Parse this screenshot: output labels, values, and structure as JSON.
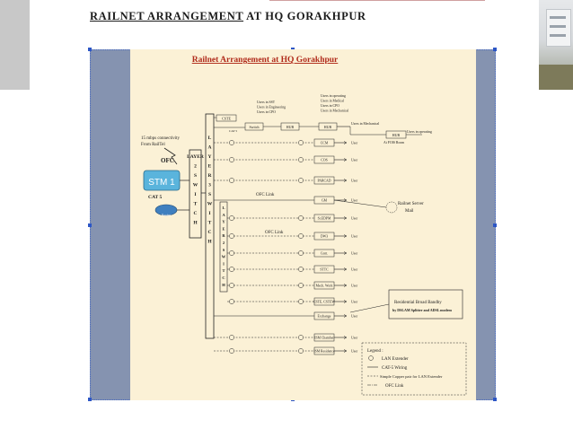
{
  "slide": {
    "title_part1": "RAILNET ARRANGEMENT",
    "title_part2": " AT HQ GORAKHPUR"
  },
  "diagram": {
    "title": "Railnet Arrangement at HQ Gorakhpur",
    "input_note_1": "15 mbps connectivity",
    "input_note_2": "From RailTel",
    "ofc": "OFC",
    "stm": "STM 1",
    "cat5": "CAT 5",
    "router": "Router",
    "layer2_switch": [
      "LAYER",
      "2",
      "S",
      "W",
      "I",
      "T",
      "C",
      "H"
    ],
    "layer3_switch": [
      "L",
      "A",
      "Y",
      "E",
      "R",
      "3",
      "S",
      "W",
      "I",
      "T",
      "C",
      "H"
    ],
    "switch3_side": [
      "L",
      "A",
      "Y",
      "E",
      "R",
      "2",
      "S",
      "W",
      "I",
      "T",
      "C",
      "H"
    ],
    "cstr": "CSTE",
    "cat5_small": "CAT 5",
    "switch_box": "Switch",
    "hub1": "HUB",
    "hub2": "HUB",
    "hub3": "HUB",
    "users_sst": [
      "Users in SST",
      "Users in Engineering",
      "Users in CPO"
    ],
    "users_operating": [
      "Users in operating",
      "Users in Medical",
      "Users in CPO",
      "Users in Mechanical"
    ],
    "users_mechanical": "Users in Mechanical",
    "users_operating2": "Users in operating",
    "at_fois": "At FOIS Room",
    "ofc_link": "OFC Link",
    "ofc_link2": "OFC Link",
    "railnet_server_1": "Railnet Server",
    "railnet_server_2": "Mail",
    "nodes": [
      "CCM",
      "COS",
      "PARCAD",
      "GM",
      "Sr.EDPM",
      "DW3",
      "Cont.",
      "STTC",
      "Mech. Work",
      "CSTE, CSTEW",
      "Exchange",
      "ISM Chamber",
      "ISM Residence"
    ],
    "user": "User",
    "resid_1": "Residential Broad Bandby",
    "resid_2": "by DSLAM Splitter and ADSL modem",
    "legend_title": "Legend :",
    "legend_items": [
      "LAN Extender",
      "CAT-5 Wiring",
      "Simple Copper pair for LAN Extender",
      "OFC Link"
    ]
  }
}
